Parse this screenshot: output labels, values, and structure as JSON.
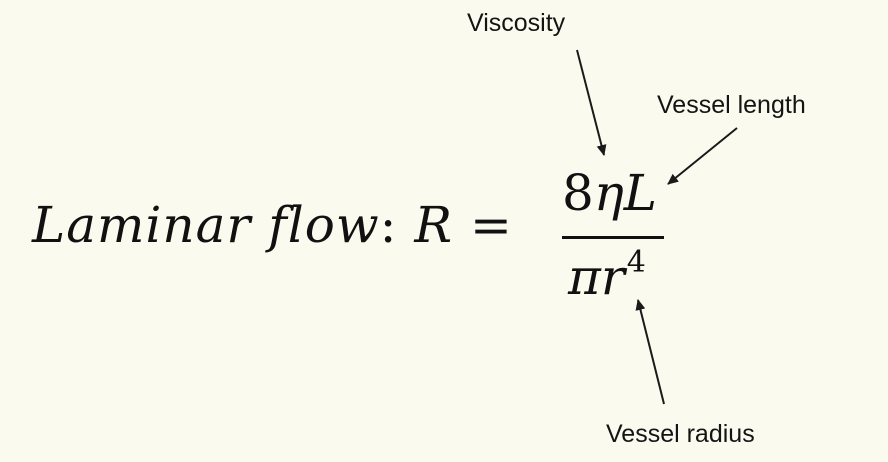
{
  "equation": {
    "label": "Laminar flow",
    "colon": ":",
    "lhs": "R",
    "equals": "=",
    "numerator_coef": "8",
    "numerator_vars": "ηL",
    "denominator_base": "πr",
    "denominator_exp": "4"
  },
  "annotations": {
    "viscosity": "Viscosity",
    "vessel_length": "Vessel length",
    "vessel_radius": "Vessel radius"
  },
  "colors": {
    "background": "#fbfaef",
    "ink": "#111111"
  }
}
